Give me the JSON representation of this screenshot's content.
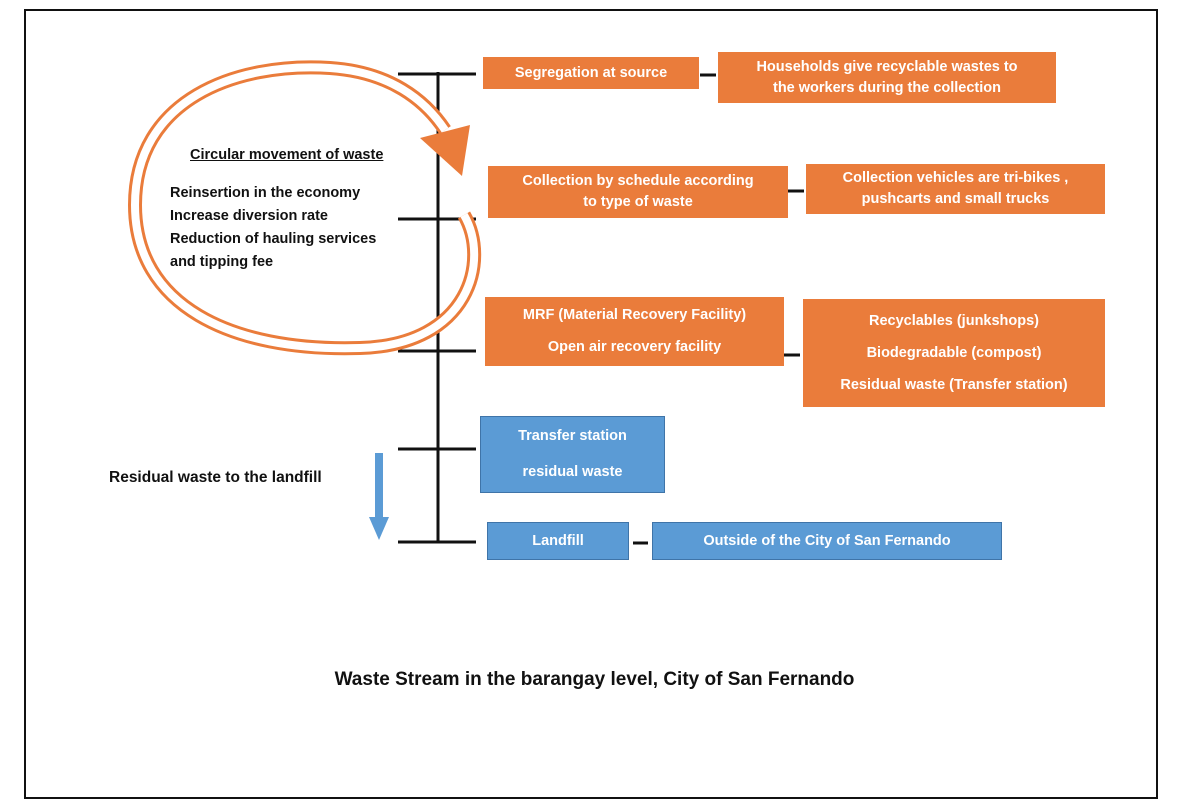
{
  "title": "Waste Stream in the barangay level, City of San Fernando",
  "circular": {
    "title": "Circular movement of waste",
    "items": [
      "Reinsertion in the economy",
      "Increase diversion rate",
      "Reduction of hauling services",
      "and tipping fee"
    ]
  },
  "left_label": "Residual waste to the landfill",
  "stages": {
    "segregation": {
      "label": "Segregation at source",
      "detail_lines": [
        "Households give recyclable wastes to",
        "the workers during the collection"
      ]
    },
    "collection": {
      "label_lines": [
        "Collection by schedule according",
        "to  type of waste"
      ],
      "detail_lines": [
        "Collection vehicles are tri-bikes ,",
        "pushcarts and small trucks"
      ]
    },
    "mrf": {
      "label_lines": [
        "MRF (Material Recovery Facility)",
        "Open air recovery facility"
      ],
      "detail_lines": [
        "Recyclables (junkshops)",
        "Biodegradable (compost)",
        "Residual waste (Transfer station)"
      ]
    },
    "transfer": {
      "label_lines": [
        "Transfer station",
        "residual waste"
      ]
    },
    "landfill": {
      "label": "Landfill",
      "detail": "Outside of the City of San Fernando"
    }
  },
  "colors": {
    "orange": "#ea7c3b",
    "blue": "#5b9bd5",
    "line": "#111111"
  }
}
